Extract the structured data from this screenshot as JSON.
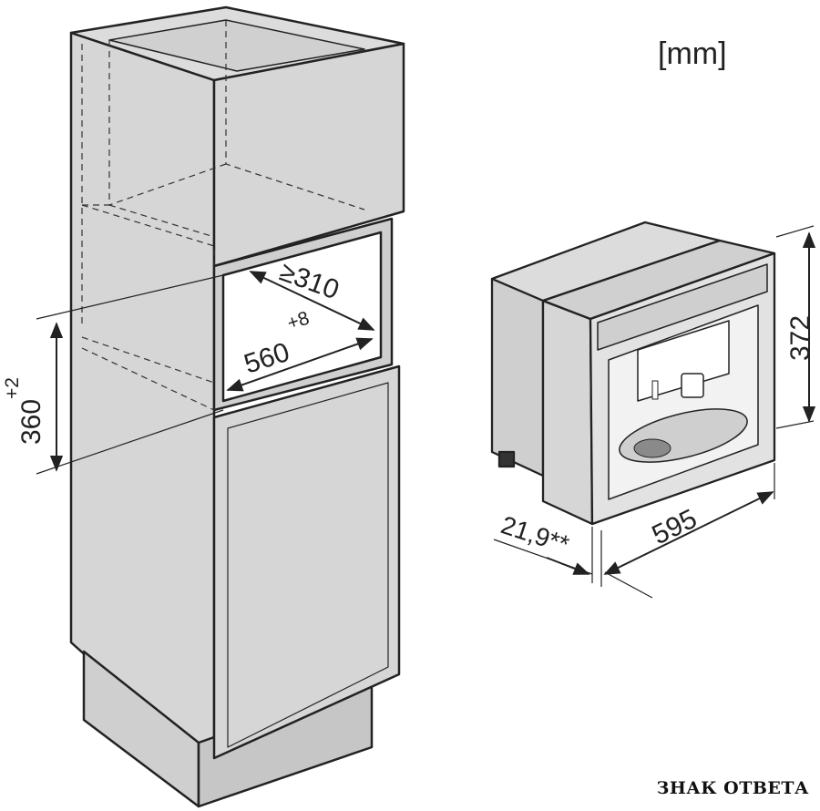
{
  "unit_label": "[mm]",
  "dimensions": {
    "depth": "≥310",
    "niche_width": "560",
    "niche_width_tol": "+8",
    "niche_height": "360",
    "niche_height_tol": "+2",
    "appliance_height": "372",
    "appliance_width": "595",
    "front_protrusion": "21,9**"
  },
  "watermark": "ЗНАК ОТВЕТА",
  "colors": {
    "panel": "#d6d6d6",
    "panel_dark": "#c8c8c8",
    "outline": "#222222",
    "interior": "#ffffff"
  }
}
